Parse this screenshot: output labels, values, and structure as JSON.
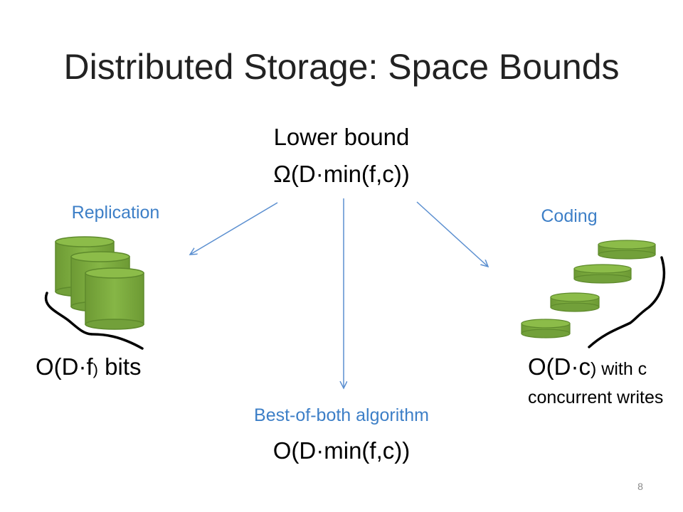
{
  "slide": {
    "title": "Distributed Storage: Space Bounds",
    "page_number": "8"
  },
  "lower_bound": {
    "label": "Lower bound",
    "formula_symbol": "Ω",
    "formula_open": "(D",
    "formula_dot": "·",
    "formula_rest": "min(f,c))"
  },
  "replication": {
    "label": "Replication",
    "cost_prefix": "O(D",
    "cost_dot": "·",
    "cost_var": "f",
    "cost_paren": ")",
    "cost_suffix": " bits"
  },
  "coding": {
    "label": "Coding",
    "cost_prefix": "O(D",
    "cost_dot": "·",
    "cost_var": "c",
    "cost_paren": ")",
    "cost_suffix": " with c concurrent writes"
  },
  "best_of_both": {
    "label": "Best-of-both algorithm",
    "formula_open": "O(D",
    "formula_dot": "·",
    "formula_rest": "min(f,c))"
  },
  "colors": {
    "title": "#222222",
    "accent_blue": "#3d7fc7",
    "arrow": "#5b8fd0",
    "disk_fill": "#77a43a",
    "disk_light": "#8cbc49",
    "disk_stroke": "#5e8a2c",
    "page_number": "#8a8a8a"
  },
  "icons": {
    "replication": "stacked-cylinders-icon",
    "coding": "stacked-coin-disks-icon",
    "brace": "curly-brace-icon"
  }
}
